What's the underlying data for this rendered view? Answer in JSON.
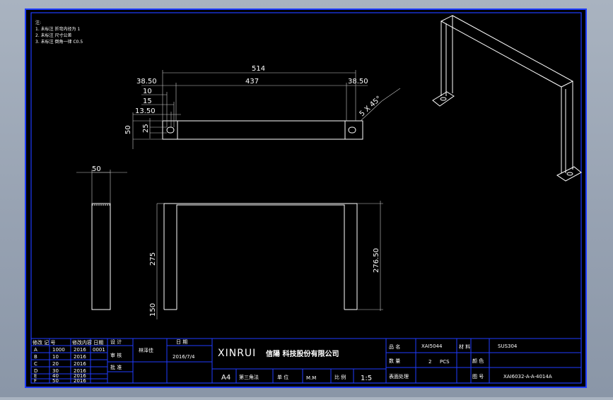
{
  "notes": [
    "注:",
    "1. 未标注 折弯内径为 1",
    "2. 未标注 尺寸公差",
    "3. 未标注 倒角一律 C0.5"
  ],
  "dimensions": {
    "overall_length": "514",
    "inner_length": "437",
    "left_offset": "38.50",
    "right_offset": "38.50",
    "d10": "10",
    "d15": "15",
    "d13_50": "13.50",
    "height_50": "50",
    "height_25": "25",
    "chamfer": "5 X 45°",
    "side_width": "50",
    "height_275": "275",
    "height_276_50": "276.50",
    "leg_150": "150"
  },
  "title_block": {
    "company_en": "XINRUI",
    "company_cn": "信陽 科技股份有限公司",
    "drawn_label": "设 计",
    "check_label": "审 核",
    "approve_label": "批 准",
    "date_label": "日 期",
    "drawer": "林泽佳",
    "date": "2016/7/4",
    "size": "A4",
    "projection": "第三角法",
    "unit_label": "单 位",
    "unit": "M.M",
    "scale_label": "比 例",
    "scale": "1:5",
    "part_no_label": "品 名",
    "part_no": "XAI5044",
    "material_label": "材 料",
    "material": "SUS304",
    "qty_label": "数 量",
    "qty": "2",
    "qty_unit": "PCS",
    "surface_label": "表面处理",
    "color_label": "颜 色",
    "drawing_no_label": "图 号",
    "drawing_no": "XAI6032-A-A-4014A",
    "rev_header": "修改 记 号",
    "rev_col2": "修改内容 日期",
    "rev_rows": [
      [
        "A",
        "1000",
        "2016",
        "0001"
      ],
      [
        "B",
        "10",
        "2016",
        ""
      ],
      [
        "C",
        "20",
        "2016",
        ""
      ],
      [
        "D",
        "30",
        "2016",
        ""
      ],
      [
        "E",
        "40",
        "2016",
        ""
      ],
      [
        "F",
        "50",
        "2016",
        ""
      ]
    ]
  }
}
